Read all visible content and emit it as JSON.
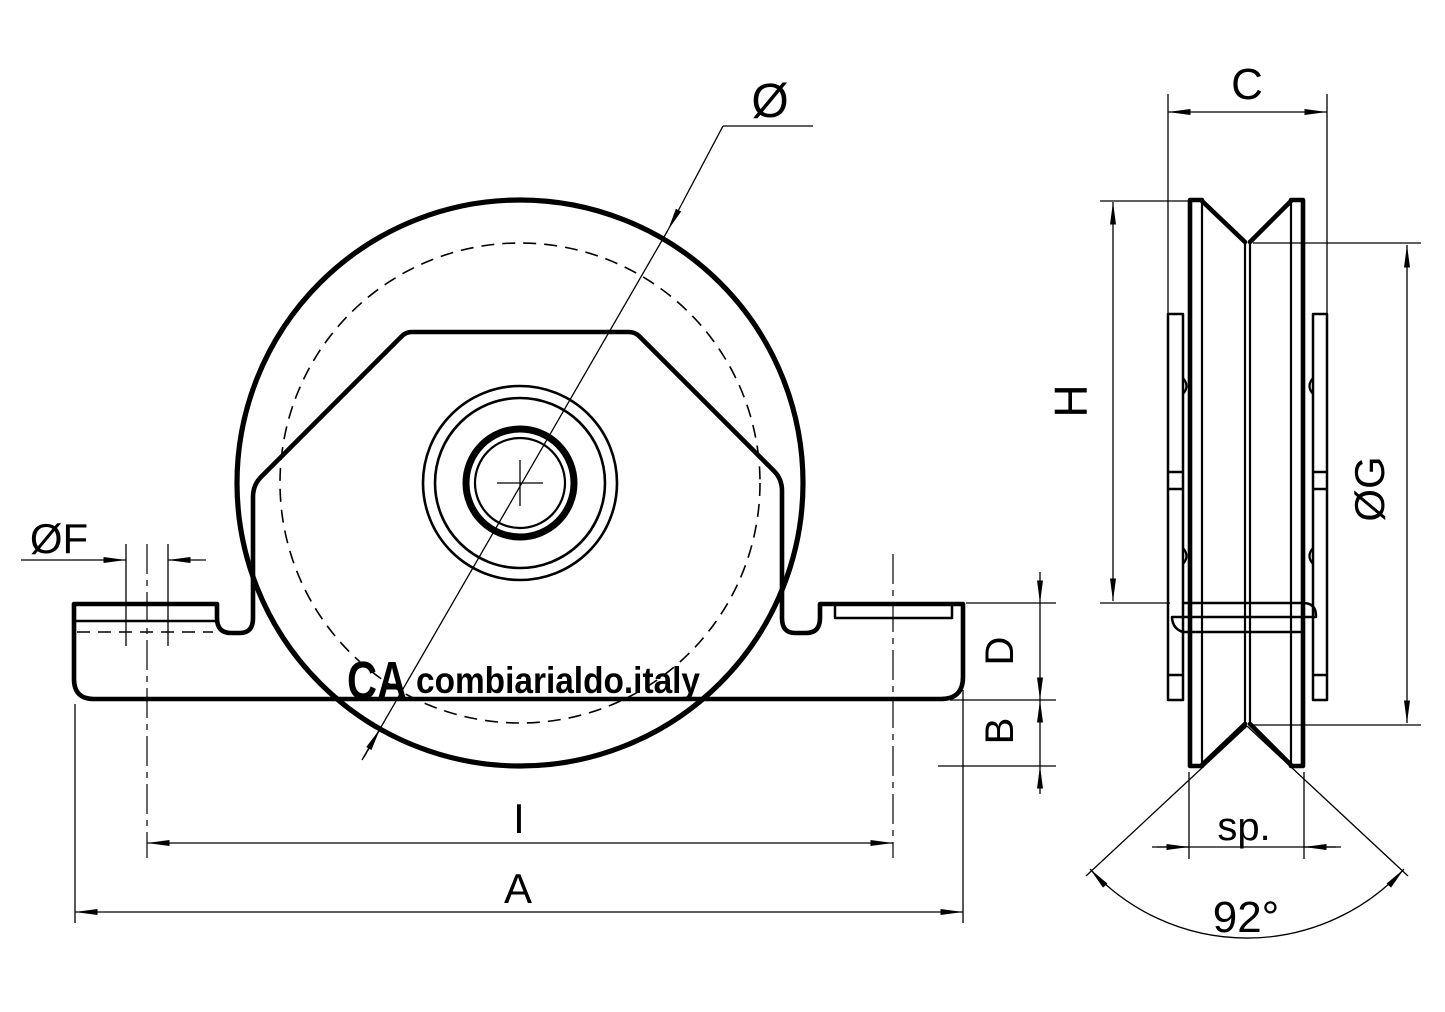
{
  "brand": {
    "mark": "CA",
    "name": "combiarialdo.italy"
  },
  "front_view": {
    "labels": {
      "wheel_diameter": "Ø",
      "slot_diameter": "ØF",
      "support_depth": "D",
      "wheel_protrusion": "B",
      "holes_distance": "I",
      "overall_length": "A"
    }
  },
  "side_view": {
    "labels": {
      "overall_width": "C",
      "support_height": "H",
      "groove_diameter": "ØG",
      "wheel_thickness": "sp.",
      "groove_angle": "92°"
    }
  }
}
